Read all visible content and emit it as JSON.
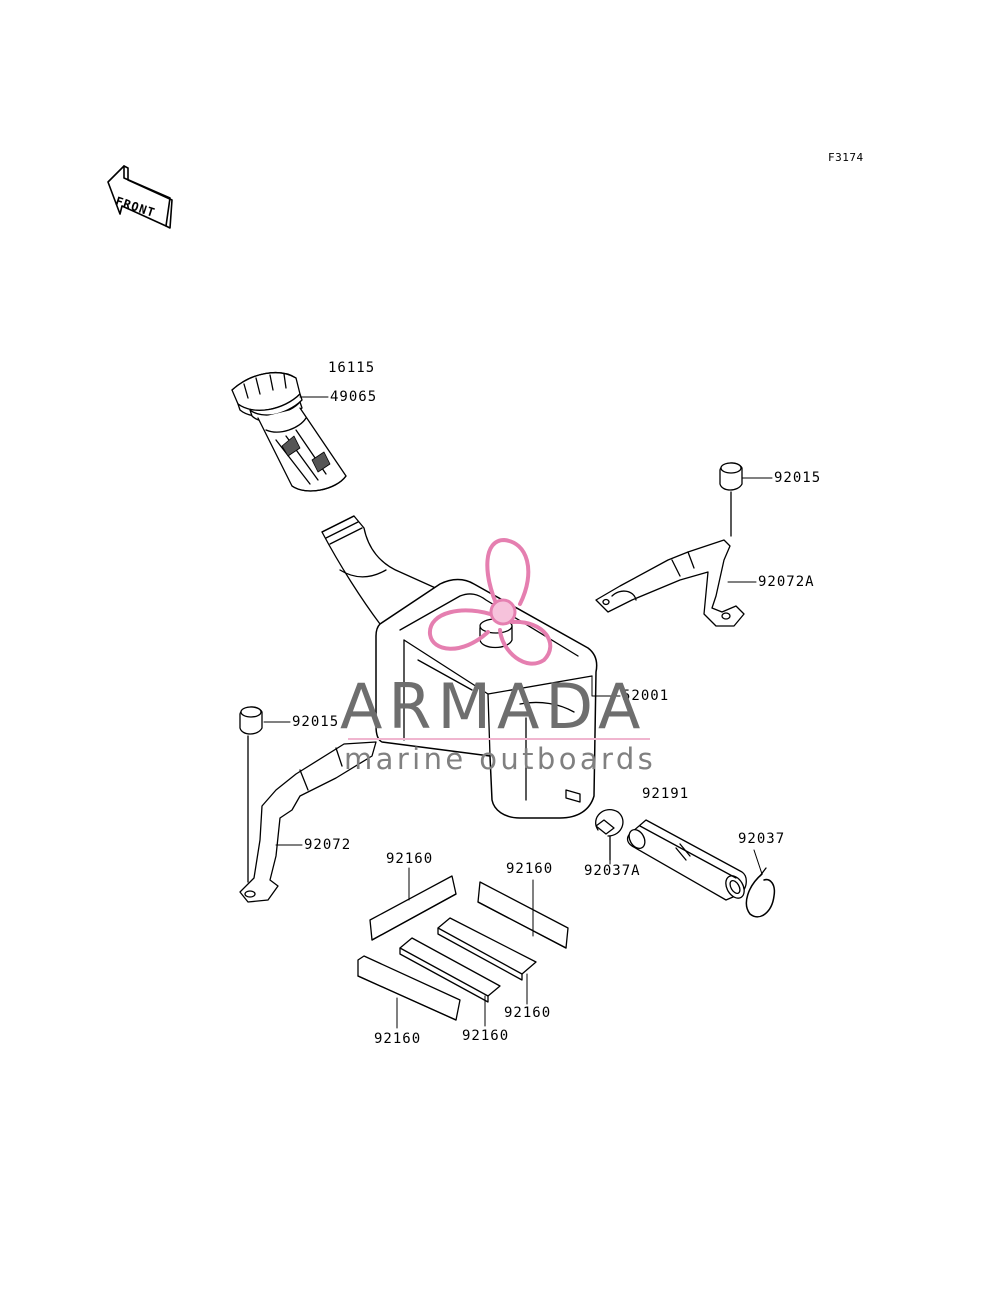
{
  "figure_code": "F3174",
  "front_arrow_label": "FRONT",
  "watermark": {
    "title": "ARMADA",
    "subtitle": "marine outboards",
    "logo_icon": "propeller-icon",
    "accent_color": "#e57fb0"
  },
  "part_labels": {
    "p16115": "16115",
    "p49065": "49065",
    "p92015_right": "92015",
    "p92072A": "92072A",
    "p52001": "52001",
    "p92015_left": "92015",
    "p92072": "92072",
    "p92191": "92191",
    "p92037": "92037",
    "p92037A": "92037A",
    "p92160_a": "92160",
    "p92160_b": "92160",
    "p92160_c": "92160",
    "p92160_d": "92160",
    "p92160_e": "92160"
  }
}
